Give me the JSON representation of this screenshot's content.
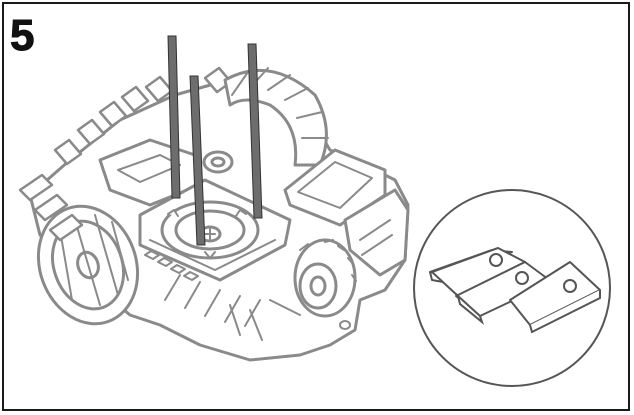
{
  "step": {
    "number": "5"
  },
  "illustration": {
    "main": "robot-lawnmower-underside",
    "detail": "replacement-blades",
    "colors": {
      "line": "#8a8a8a",
      "dark": "#555555",
      "tool": "#6d6d6d",
      "fill": "#ffffff"
    }
  }
}
